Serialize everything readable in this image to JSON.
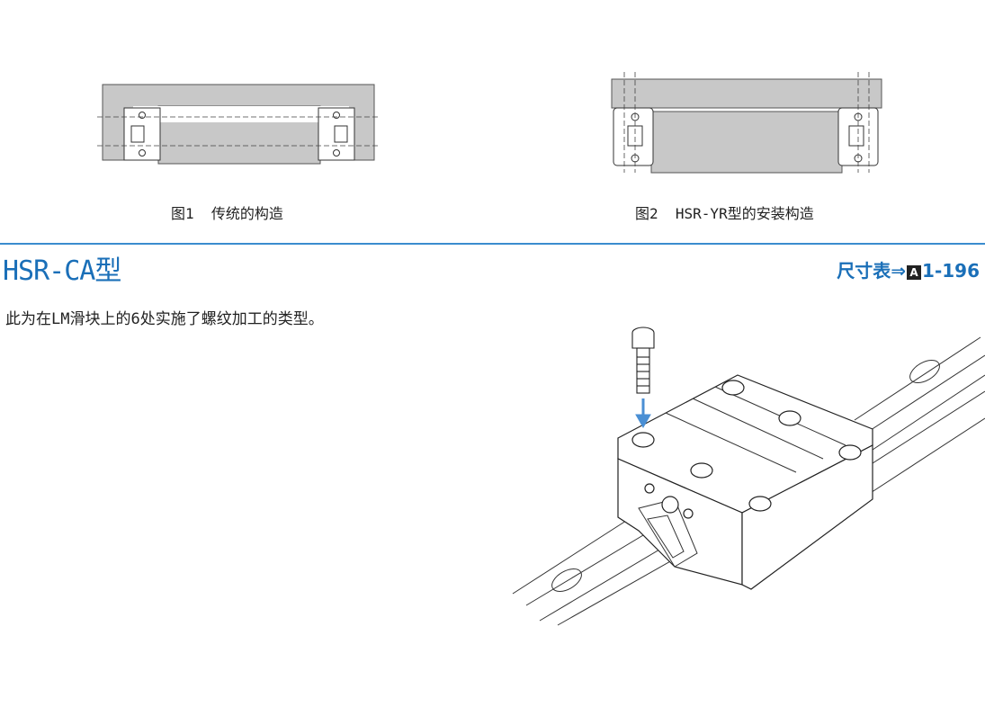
{
  "figure1": {
    "caption": "图1  传统的构造"
  },
  "figure2": {
    "caption": "图2  HSR-YR型的安装构造"
  },
  "section": {
    "title": "HSR-CA型",
    "dimension_ref_label": "尺寸表⇒",
    "dimension_ref_icon": "A",
    "dimension_ref_page": "1-196",
    "description": "此为在LM滑块上的6处实施了螺纹加工的类型。"
  },
  "colors": {
    "accent": "#1a6fb8",
    "rule": "#3a8ccf",
    "arrow": "#4a8fd4",
    "gray_fill": "#c8c8c8"
  }
}
